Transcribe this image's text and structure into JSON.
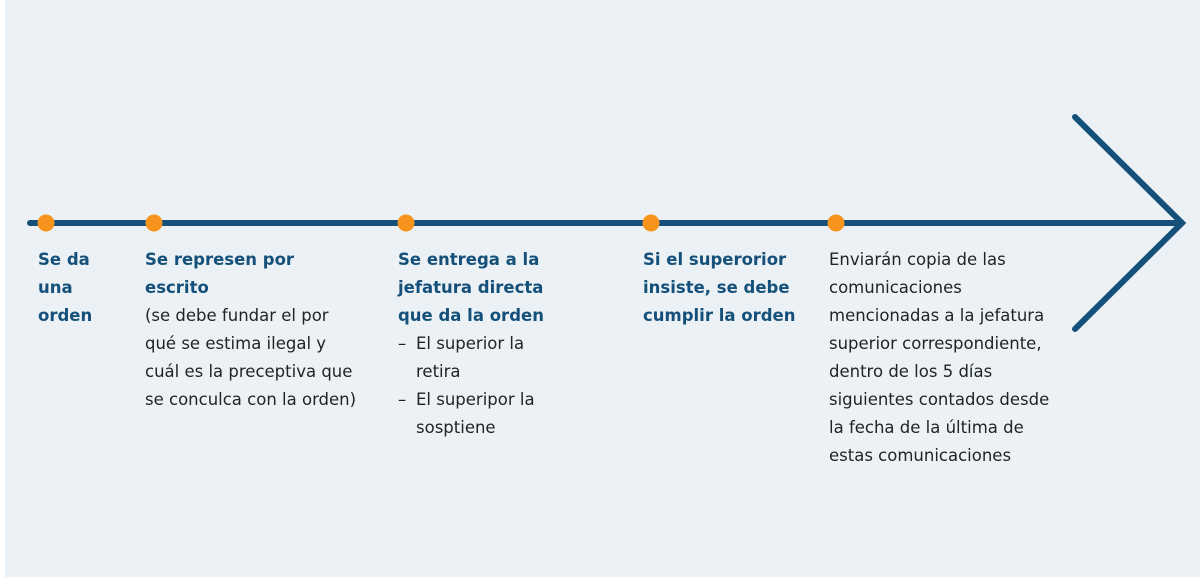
{
  "colors": {
    "background": "#ebf1f4",
    "line": "#14507a",
    "dot": "#f7941d",
    "title": "#14507a",
    "text": "#1d2327"
  },
  "steps": [
    {
      "title": "Se da una orden",
      "body": "",
      "items": []
    },
    {
      "title": "Se represen por escrito",
      "body": "(se debe fundar el por qué  se estima ilegal y cuál es la preceptiva que se conculca con la orden)",
      "items": []
    },
    {
      "title": "Se entrega a la jefatura directa que da la orden",
      "body": "",
      "items": [
        "El superior la retira",
        "El superipor la sosptiene"
      ]
    },
    {
      "title": "Si el superorior insiste, se debe cumplir la orden",
      "body": "",
      "items": []
    },
    {
      "title": "",
      "body": "Enviarán copia  de las comunicaciones mencionadas a la jefatura superior correspondiente, dentro de los 5 días siguientes contados desde la fecha de la última de estas comunicaciones",
      "items": []
    }
  ]
}
